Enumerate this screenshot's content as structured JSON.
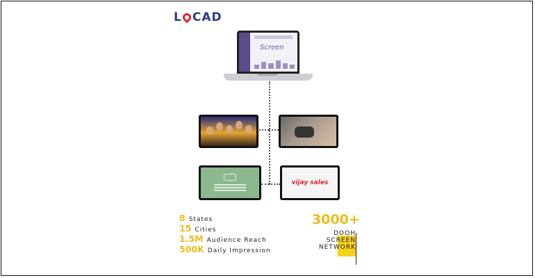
{
  "logo": {
    "text_left": "L",
    "text_right": "CAD",
    "pin_icon": "location-pin-icon",
    "color_dark": "#2b3a8c",
    "color_red": "#e0262b"
  },
  "laptop": {
    "screen_brand": "Screen"
  },
  "screens": {
    "s4_brand": "vijay sales"
  },
  "stats": [
    {
      "num": "8",
      "label": "States"
    },
    {
      "num": "15",
      "label": "Cities"
    },
    {
      "num": "1.5M",
      "label": "Audience Reach"
    },
    {
      "num": "500K",
      "label": "Daily Impression"
    }
  ],
  "network": {
    "count": "3000+",
    "line1": "DOOH",
    "line2": "SCREEN",
    "line3": "NETWORK",
    "accent": "#f5d21b"
  }
}
